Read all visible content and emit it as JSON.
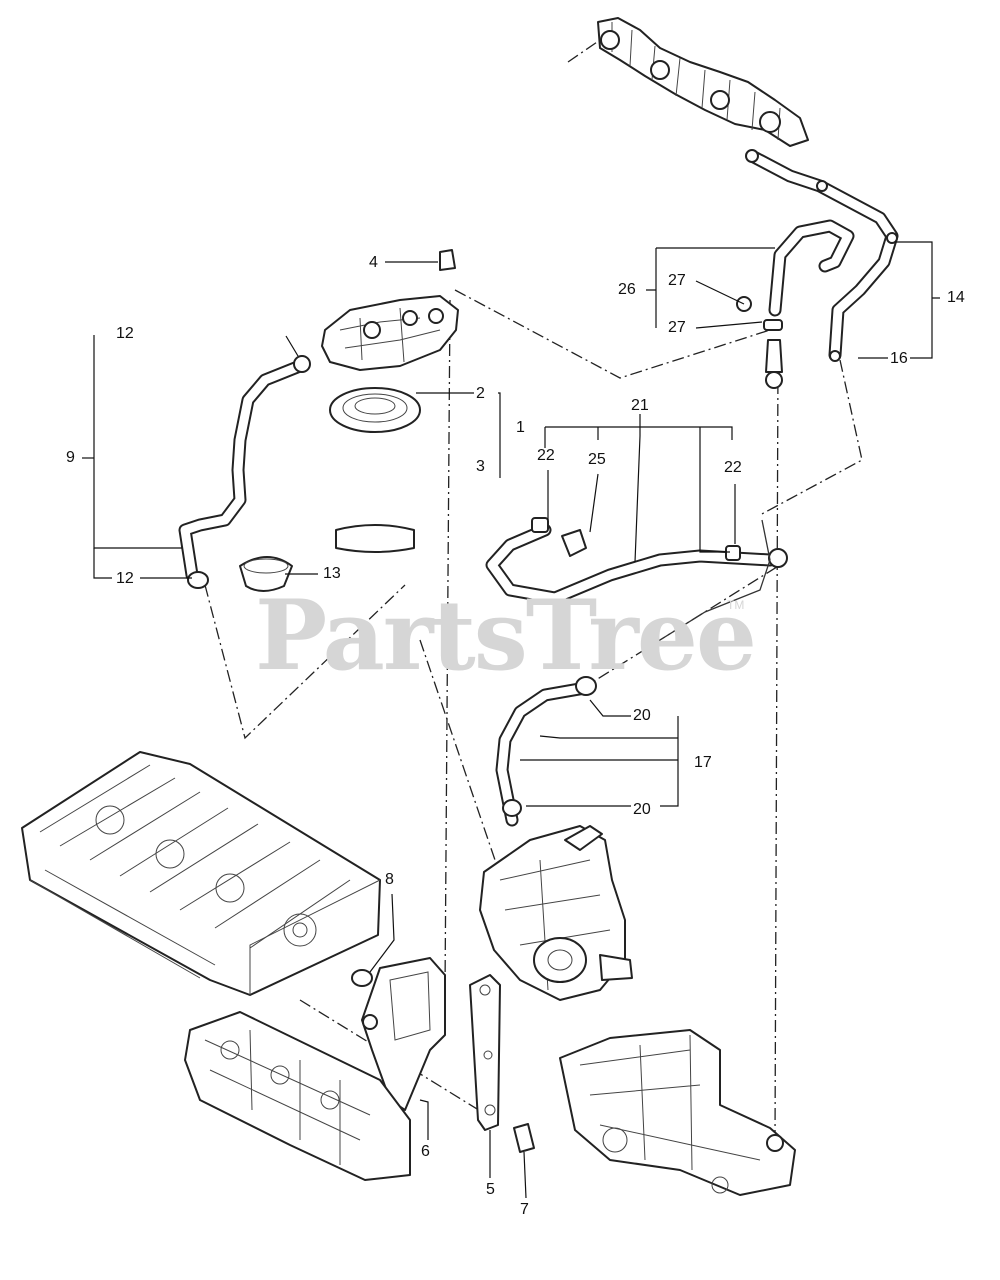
{
  "watermark": {
    "brand": "PartsTree",
    "trademark": "TM"
  },
  "callouts": {
    "c1": "1",
    "c2": "2",
    "c3": "3",
    "c4": "4",
    "c5": "5",
    "c6": "6",
    "c7": "7",
    "c8": "8",
    "c9": "9",
    "c12a": "12",
    "c12b": "12",
    "c13": "13",
    "c14": "14",
    "c16": "16",
    "c17": "17",
    "c20a": "20",
    "c20b": "20",
    "c21": "21",
    "c22a": "22",
    "c22b": "22",
    "c25": "25",
    "c26": "26",
    "c27a": "27",
    "c27b": "27"
  }
}
